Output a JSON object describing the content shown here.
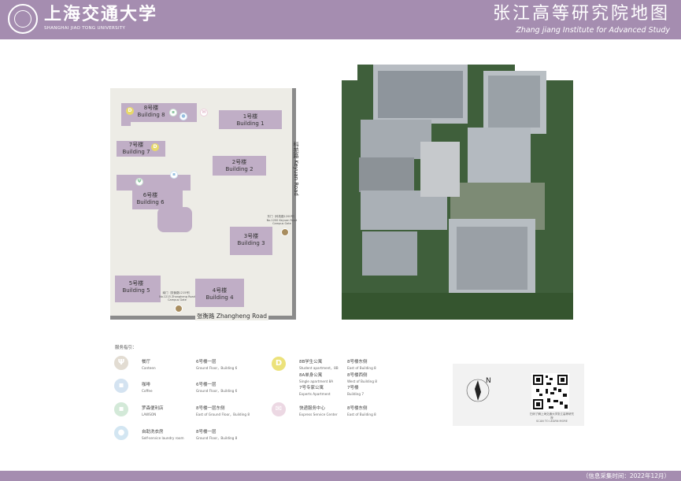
{
  "header": {
    "logo_text": "上海交通大学",
    "logo_sub": "SHANGHAI JIAO TONG UNIVERSITY",
    "title_cn": "张江高等研究院地图",
    "title_en": "Zhang jiang Institute for Advanced Study"
  },
  "map": {
    "buildings": [
      {
        "cn": "8号楼",
        "en": "Building 8"
      },
      {
        "cn": "1号楼",
        "en": "Building 1"
      },
      {
        "cn": "7号楼",
        "en": "Building 7"
      },
      {
        "cn": "2号楼",
        "en": "Building 2"
      },
      {
        "cn": "6号楼",
        "en": "Building 6"
      },
      {
        "cn": "3号楼",
        "en": "Building 3"
      },
      {
        "cn": "5号楼",
        "en": "Building 5"
      },
      {
        "cn": "4号楼",
        "en": "Building 4"
      }
    ],
    "kerun_road": "科苑路 Keyuan Road",
    "zhangheng_road": "张衡路  Zhangheng Road",
    "gate_east": "东门（科苑路1200号）\nNo.1200 Keyuan Road\nCampus Gate",
    "gate_south": "南门（张衡路1215号）\nNo.1215 Zhangheng Road\nCampus Gate",
    "icon_letter": "D"
  },
  "legend": {
    "title": "服务指引：",
    "items": [
      {
        "icon": "fork-knife-icon",
        "symbol": "🍴",
        "cn": "餐厅",
        "en": "Canteen",
        "loc_cn": "6号楼一层",
        "loc_en": "Ground Floor，Building 6",
        "color": "#e2dcd2"
      },
      {
        "icon": "coffee-cup-icon",
        "symbol": "☕",
        "cn": "咖啡",
        "en": "Coffee",
        "loc_cn": "6号楼一层",
        "loc_en": "Ground Floor，Building 6",
        "color": "#d4e3f1"
      },
      {
        "icon": "shopping-cart-icon",
        "symbol": "🛒",
        "cn": "罗森便利店",
        "en": "LAWSON",
        "loc_cn": "8号楼一层东侧",
        "loc_en": "East of Ground Floor，Building 8",
        "color": "#d3e9d8"
      },
      {
        "icon": "water-drop-icon",
        "symbol": "💧",
        "cn": "自助洗衣房",
        "en": "Self-service laundry room",
        "loc_cn": "8号楼一层",
        "loc_en": "Ground Floor，Building 8",
        "color": "#d3e6f2"
      },
      {
        "icon": "dormitory-d-icon",
        "symbol": "D",
        "cn": "8B学生公寓",
        "en": "Student apartment，8B",
        "loc_cn": "8号楼东侧",
        "loc_en": "East of Building 8",
        "color": "#ece27b"
      },
      {
        "icon": "",
        "symbol": "",
        "cn": "8A单身公寓",
        "en": "Single apartment 8A",
        "loc_cn": "8号楼西侧",
        "loc_en": "West of Building 8",
        "color": ""
      },
      {
        "icon": "",
        "symbol": "",
        "cn": "7号专家公寓",
        "en": "Experts Apartment",
        "loc_cn": "7号楼",
        "loc_en": "Building 7",
        "color": ""
      },
      {
        "icon": "mail-icon",
        "symbol": "✉",
        "cn": "快递服务中心",
        "en": "Express Service Center",
        "loc_cn": "8号楼东侧",
        "loc_en": "East of Building 8",
        "color": "#ecd8e3"
      }
    ]
  },
  "compass_letter": "N",
  "qr_caption": "扫码了解上海交通大学张江高等研究院\nSCAN TO LEARN MORE",
  "footer_note": "（信息采集时间：2022年12月）",
  "colors": {
    "brand": "#a58db0",
    "building": "#c0aec6",
    "road": "#8b8b8b"
  }
}
